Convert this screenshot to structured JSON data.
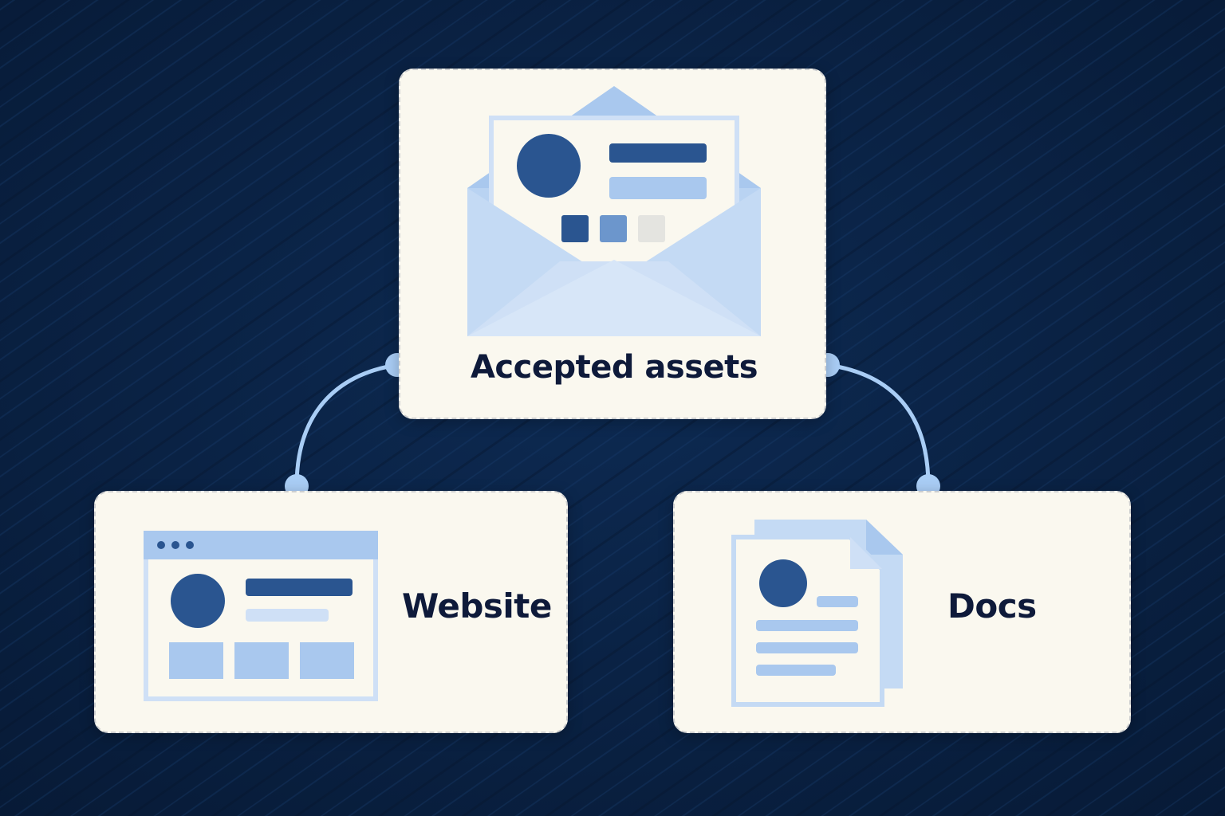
{
  "colors": {
    "background": "#0b2447",
    "card": "#faf8ef",
    "text": "#0e1a3a",
    "dark_blue": "#2a5590",
    "mid_blue": "#6c96cc",
    "light_blue": "#a9c8ee",
    "pale_blue": "#cfe0f6",
    "connector": "#a9cdf5"
  },
  "nodes": {
    "top": {
      "label": "Accepted assets",
      "icon": "open-envelope-with-card-icon"
    },
    "left": {
      "label": "Website",
      "icon": "browser-window-icon"
    },
    "right": {
      "label": "Docs",
      "icon": "document-stack-icon"
    }
  },
  "edges": [
    {
      "from": "Accepted assets",
      "to": "Website"
    },
    {
      "from": "Accepted assets",
      "to": "Docs"
    }
  ]
}
